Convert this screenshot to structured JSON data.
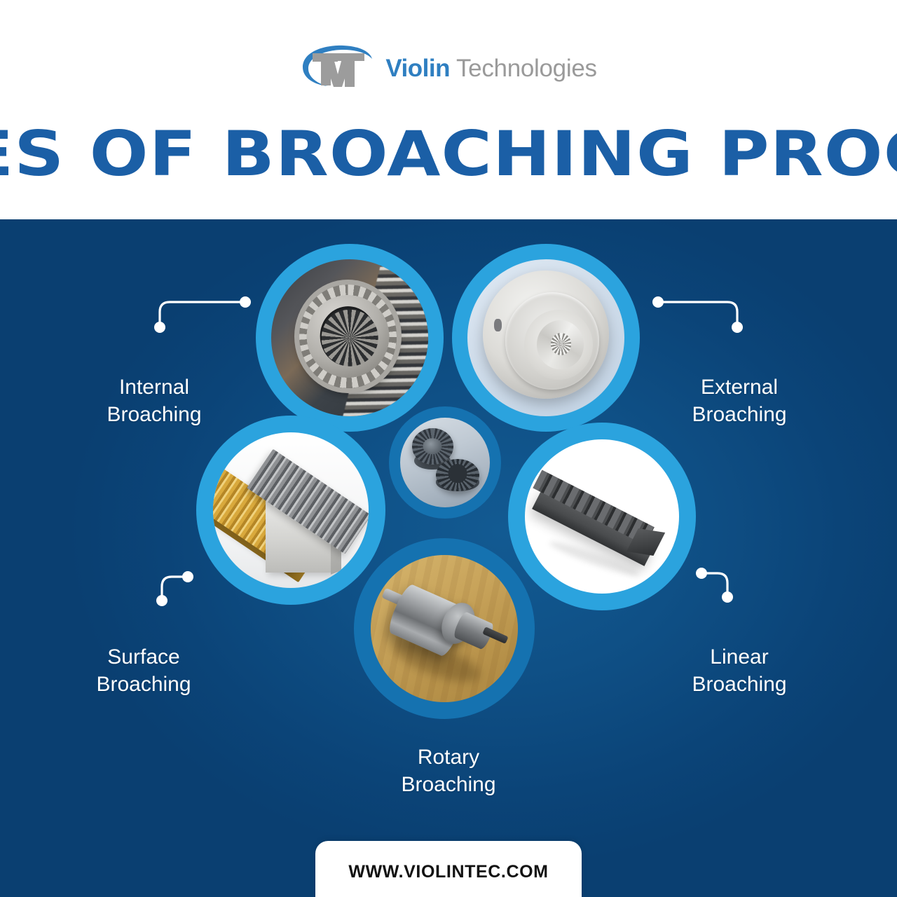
{
  "brand": {
    "mark_text": "VT",
    "name_primary": "Violin",
    "name_secondary": "Technologies"
  },
  "header": {
    "title": "TYPES OF BROACHING PROCESS"
  },
  "colors": {
    "title_blue": "#1b5fa6",
    "background_deep_blue": "#0b4478",
    "background_mid_blue": "#125a92",
    "ring_light_blue": "#2ba3de",
    "ring_mid_blue": "#1f86c6",
    "ring_deep_blue": "#1572b0",
    "label_text": "#ffffff",
    "footer_text": "#111111",
    "footer_background": "#ffffff",
    "logo_blue": "#2f7fc1",
    "logo_gray": "#9a9a9a"
  },
  "diagram": {
    "center": {
      "name": "center-hub",
      "image_alt": "splined gear hub and internally toothed ring on machine bed"
    },
    "items": [
      {
        "id": "internal",
        "line1": "Internal",
        "line2": "Broaching",
        "image_alt": "splined gear with internal teeth beside broach tool",
        "connector": "elbow-right-to-down-left"
      },
      {
        "id": "external",
        "line1": "External",
        "line2": "Broaching",
        "image_alt": "machined cylindrical part with concentric rings and splined hub",
        "connector": "elbow-left-to-down-right"
      },
      {
        "id": "surface",
        "line1": "Surface",
        "line2": "Broaching",
        "image_alt": "gold coated and steel surface broach bars with serrated teeth",
        "connector": "arc-down-left"
      },
      {
        "id": "linear",
        "line1": "Linear",
        "line2": "Broaching",
        "image_alt": "dark toothed linear keyway broach bar",
        "connector": "arc-down-right"
      },
      {
        "id": "rotary",
        "line1": "Rotary",
        "line2": "Broaching",
        "image_alt": "rotary broach tool holder on wooden bench",
        "connector": "none"
      }
    ]
  },
  "footer": {
    "website": "WWW.VIOLINTEC.COM"
  }
}
